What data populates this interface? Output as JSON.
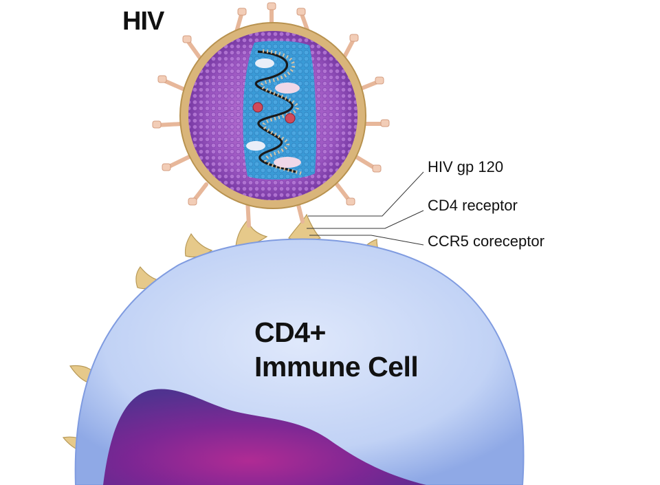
{
  "hiv_label": "HIV",
  "cell_label": [
    "CD4+",
    "Immune Cell"
  ],
  "callouts": {
    "gp120": "HIV gp 120",
    "cd4": "CD4 receptor",
    "ccr5": "CCR5 coreceptor"
  },
  "colors": {
    "virus_envelope": "#d9b57a",
    "virus_matrix": "#8a4ab0",
    "virus_capsid": "#3a9ad6",
    "rna_strand": "#1a1a1a",
    "cell_membrane": "#a7bff0",
    "cell_interior": "#cddcf7",
    "nucleus": "#6a1a8a",
    "receptor": "#e6c98a"
  }
}
